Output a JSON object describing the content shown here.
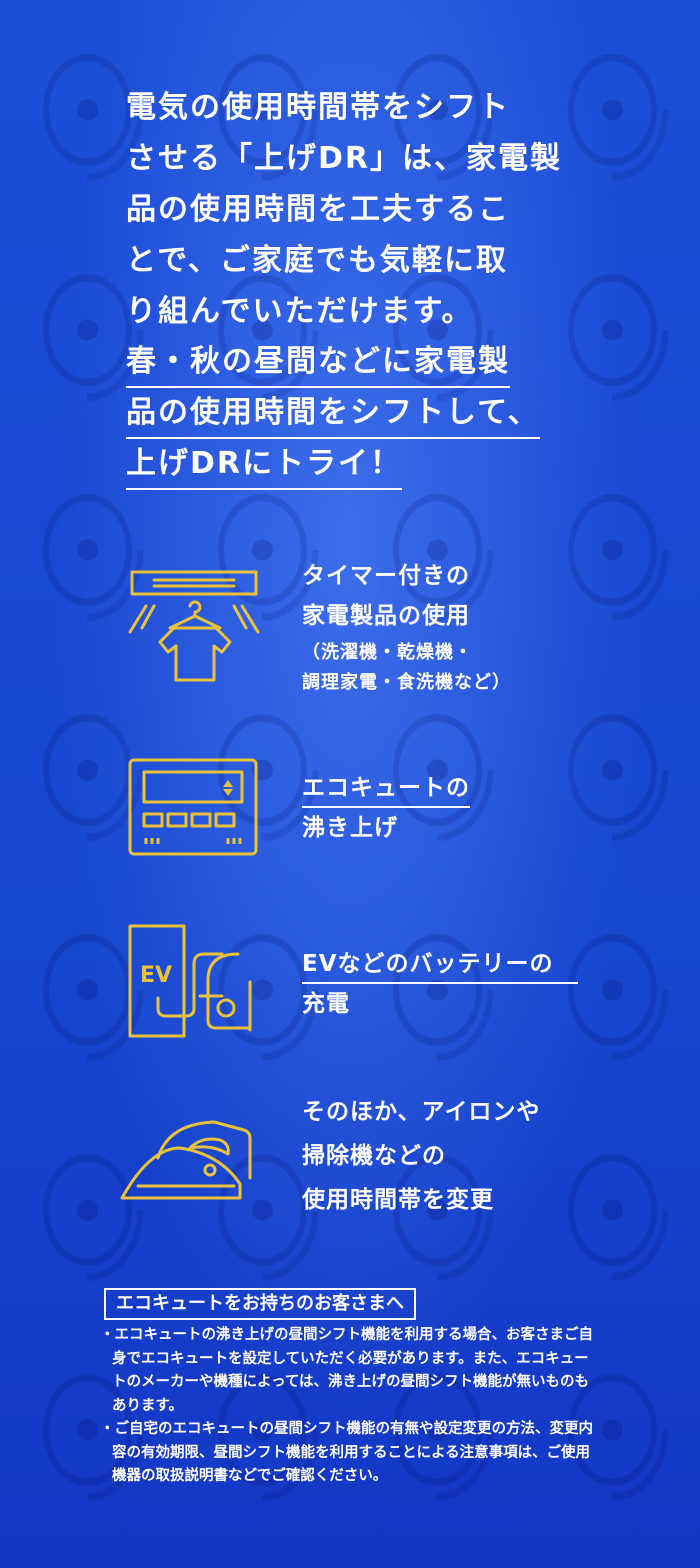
{
  "intro": {
    "lines": [
      "電気の使用時間帯をシフト",
      "させる「上げDR」は、家電製",
      "品の使用時間を工夫するこ",
      "とで、ご家庭でも気軽に取",
      "り組んでいただけます。"
    ],
    "highlight_lines": [
      "春・秋の昼間などに家電製",
      "品の使用時間をシフトして、",
      "上げDRにトライ！"
    ]
  },
  "items": [
    {
      "icon": "laundry-shirt-icon",
      "line1": "タイマー付きの",
      "line2": "家電製品の使用",
      "sub1": "（洗濯機・乾燥機・",
      "sub2": "調理家電・食洗機など）"
    },
    {
      "icon": "ecocute-controller-icon",
      "line1": "エコキュートの",
      "line2": "沸き上げ"
    },
    {
      "icon": "ev-charger-icon",
      "line1": "EVなどのバッテリーの",
      "line2": "充電",
      "icon_label": "EV"
    },
    {
      "icon": "iron-icon",
      "line1": "そのほか、アイロンや",
      "line2": "掃除機などの",
      "line3": "使用時間帯を変更"
    }
  ],
  "notice": {
    "heading": "エコキュートをお持ちのお客さまへ",
    "notes": [
      "・エコキュートの沸き上げの昼間シフト機能を利用する場合、お客さまご自身でエコキュートを設定していただく必要があります。また、エコキュートのメーカーや機種によっては、沸き上げの昼間シフト機能が無いものもあります。",
      "・ご自宅のエコキュートの昼間シフト機能の有無や設定変更の方法、変更内容の有効期限、昼間シフト機能を利用することによる注意事項は、ご使用機器の取扱説明書などでご確認ください。"
    ]
  },
  "colors": {
    "icon_gold": "#e8c23a",
    "background_blue": "#1a48d4",
    "text": "#ffffff"
  }
}
